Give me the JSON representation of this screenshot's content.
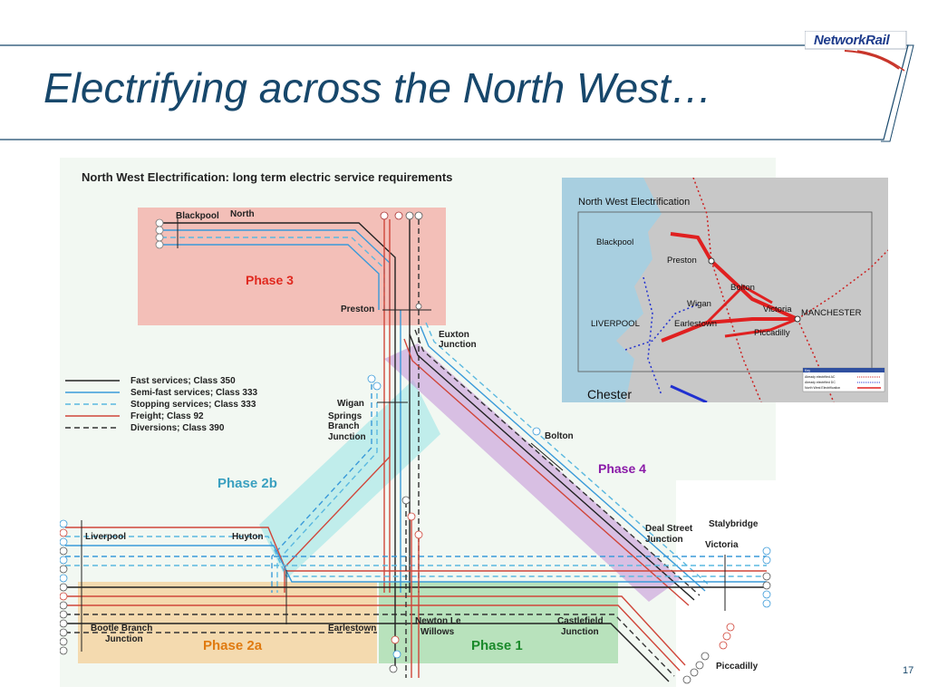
{
  "slide": {
    "title": "Electrifying across the North West…",
    "page_number": "17"
  },
  "logo": {
    "text": "NetworkRail"
  },
  "diagram": {
    "title": "North West Electrification: long term electric service requirements",
    "phases": {
      "phase3": "Phase 3",
      "phase2b": "Phase 2b",
      "phase4": "Phase 4",
      "phase2a": "Phase 2a",
      "phase1": "Phase 1"
    },
    "places": {
      "blackpool": "Blackpool",
      "north": "North",
      "preston": "Preston",
      "euxton": "Euxton",
      "euxton_junction": "Junction",
      "wigan": "Wigan",
      "springs": "Springs",
      "branch": "Branch",
      "junction": "Junction",
      "bolton": "Bolton",
      "liverpool": "Liverpool",
      "huyton": "Huyton",
      "deal_street": "Deal Street",
      "deal_street_junction": "Junction",
      "stalybridge": "Stalybridge",
      "victoria": "Victoria",
      "bootle_branch": "Bootle Branch",
      "bootle_junction": "Junction",
      "earlestown": "Earlestown",
      "newton_le": "Newton Le",
      "willows": "Willows",
      "castlefield": "Castlefield",
      "castlefield_junction": "Junction",
      "piccadilly": "Piccadilly"
    },
    "legend": [
      {
        "label": "Fast services; Class 350",
        "color": "#222222",
        "style": "solid"
      },
      {
        "label": "Semi-fast services; Class 333",
        "color": "#3a9ad9",
        "style": "solid"
      },
      {
        "label": "Stopping services; Class 333",
        "color": "#5ab8e0",
        "style": "dashed"
      },
      {
        "label": "Freight; Class 92",
        "color": "#d0463a",
        "style": "solid"
      },
      {
        "label": "Diversions; Class 390",
        "color": "#333333",
        "style": "dashed"
      }
    ]
  },
  "inset_map": {
    "title": "North West Electrification",
    "places": {
      "blackpool": "Blackpool",
      "preston": "Preston",
      "bolton": "Bolton",
      "wigan": "Wigan",
      "victoria": "Victoria",
      "manchester": "MANCHESTER",
      "liverpool": "LIVERPOOL",
      "earlestown": "Earlestown",
      "piccadilly": "Piccadilly",
      "chester": "Chester"
    },
    "key": {
      "title": "Key",
      "rows": [
        "Already electrified AC",
        "Already electrified DC",
        "North West Electrification"
      ]
    }
  }
}
